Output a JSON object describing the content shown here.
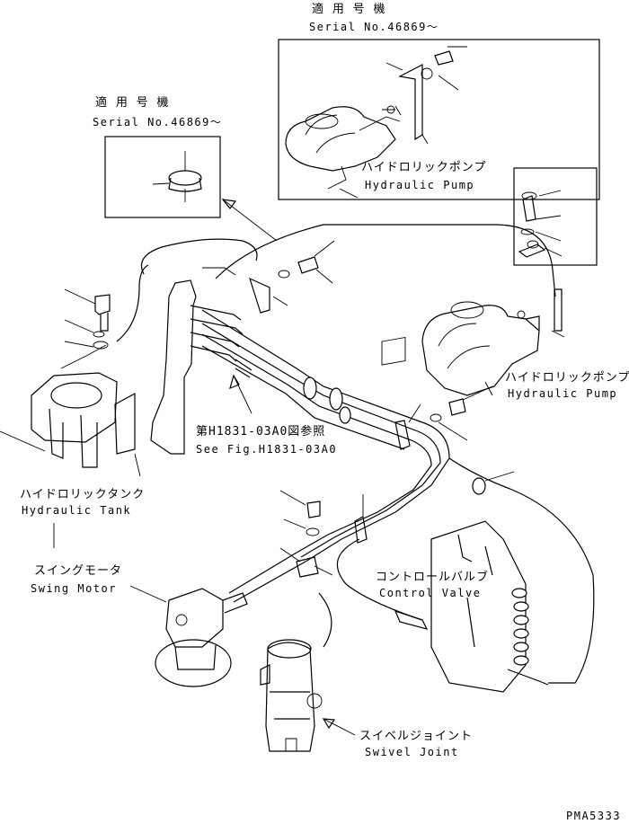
{
  "labels": {
    "applicable_top": "適 用 号 機",
    "serial_top": "Serial No.46869～",
    "applicable_left": "適 用 号 機",
    "serial_left": "Serial No.46869～",
    "pump_box_jp": "ハイドロリックポンプ",
    "pump_box_en": "Hydraulic Pump",
    "pump_right_jp": "ハイドロリックポンプ",
    "pump_right_en": "Hydraulic Pump",
    "ref_jp": "第H1831-03A0図参照",
    "ref_en": "See Fig.H1831-03A0",
    "tank_jp": "ハイドロリックタンク",
    "tank_en": "Hydraulic Tank",
    "swing_jp": "スイングモータ",
    "swing_en": "Swing Motor",
    "valve_jp": "コントロールバルブ",
    "valve_en": "Control Valve",
    "swivel_jp": "スイベルジョイント",
    "swivel_en": "Swivel Joint",
    "drawing_no": "PMA5333"
  }
}
